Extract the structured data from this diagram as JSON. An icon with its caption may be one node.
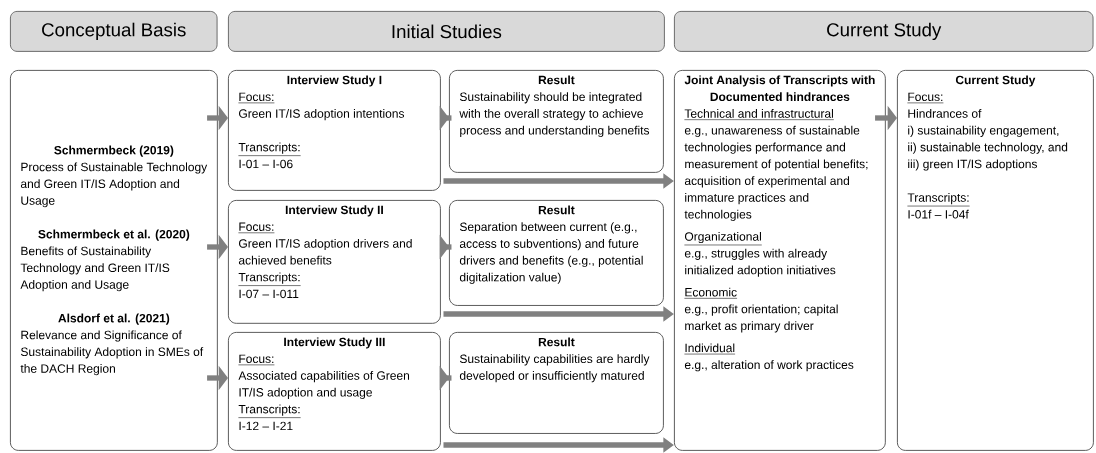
{
  "diagram": {
    "nodes": [
      {
        "text": [
          "Conceptual Basis"
        ]
      },
      {
        "text": [
          "Initial Studies"
        ]
      },
      {
        "text": [
          "Current Study"
        ]
      },
      {
        "text": [
          "Schmermbeck (2019)",
          "Process of Sustainable Technology and Green IT/IS Adoption and Usage",
          "Schmermbeck et al. (2020)",
          "Benefits of Sustainability Technology and Green IT/IS Adoption and Usage",
          "Alsdorf et al. (2021)",
          "Relevance and Significance of Sustainability Adoption in SMEs of the DACH Region"
        ]
      },
      {
        "text": [
          "Interview Study I",
          "Focus:",
          "Green IT/IS adoption intentions",
          "Transcripts:",
          "I-01 – I-06"
        ]
      },
      {
        "text": [
          "Result",
          "Sustainability should be integrated with the overall strategy to achieve process and understanding benefits"
        ]
      },
      {
        "text": [
          "Interview Study II",
          "Focus:",
          "Green IT/IS adoption drivers and achieved benefits",
          "Transcripts:",
          "I-07 – I-011"
        ]
      },
      {
        "text": [
          "Result",
          "Separation between current (e.g., access to subventions) and future drivers and benefits (e.g., potential digitalization value)"
        ]
      },
      {
        "text": [
          "Interview Study III",
          "Focus:",
          "Associated capabilities of Green IT/IS adoption and usage",
          "Transcripts:",
          "I-12 – I-21"
        ]
      },
      {
        "text": [
          "Result",
          "Sustainability capabilities are hardly developed or insufficiently matured"
        ]
      },
      {
        "text": [
          "Joint Analysis of Transcripts with Documented hindrances",
          "Technical and infrastructural",
          "e.g., unawareness of sustainable technologies performance and measurement of potential benefits; acquisition of experimental and immature practices and technologies",
          "Organizational",
          "e.g., struggles with already initialized adoption initiatives",
          "Economic",
          "e.g., profit orientation; capital market as primary driver",
          "Individual",
          "e.g., alteration of work practices"
        ]
      },
      {
        "text": [
          "Current Study",
          "Focus:",
          "Hindrances of",
          "i) sustainability engagement,",
          "ii) sustainable technology, and",
          "iii) green IT/IS adoptions",
          "Transcripts:",
          "I-01f – I-04f"
        ]
      }
    ],
    "edges": [
      {
        "from": 3,
        "to": 4,
        "arrow": "to"
      },
      {
        "from": 4,
        "to": 5,
        "arrow": "to"
      },
      {
        "from": 4,
        "to": 10,
        "arrow": "to"
      },
      {
        "from": 3,
        "to": 6,
        "arrow": "to"
      },
      {
        "from": 6,
        "to": 7,
        "arrow": "to"
      },
      {
        "from": 6,
        "to": 10,
        "arrow": "to"
      },
      {
        "from": 3,
        "to": 8,
        "arrow": "to"
      },
      {
        "from": 8,
        "to": 9,
        "arrow": "to"
      },
      {
        "from": 8,
        "to": 10,
        "arrow": "to"
      },
      {
        "from": 10,
        "to": 11,
        "arrow": "to"
      }
    ]
  }
}
